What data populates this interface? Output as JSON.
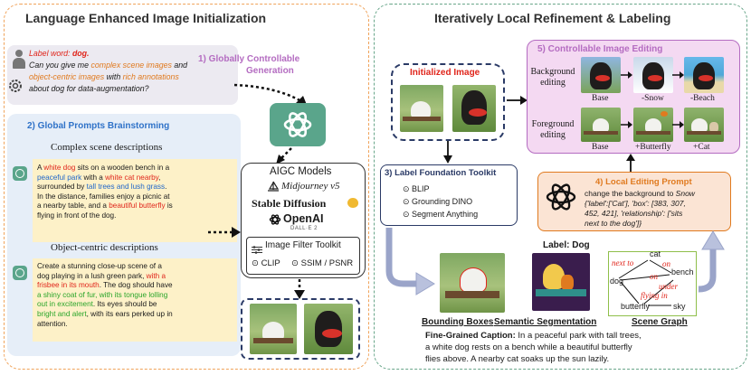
{
  "left": {
    "title": "Language Enhanced Image Initialization",
    "query": {
      "label_prefix": "Label word: ",
      "label_word": "dog.",
      "l1a": "Can you give me ",
      "l1b": "complex scene images",
      "l1c": " and",
      "l2a": "object-centric images",
      "l2b": " with ",
      "l2c": "rich annotations",
      "l3": "about dog for data-augmentation?"
    },
    "step1": "1) Globally Controllable",
    "step1b": "Generation",
    "step2": "2) Global Prompts Brainstorming",
    "complex_heading": "Complex scene descriptions",
    "object_heading": "Object-centric descriptions",
    "c": {
      "a1": "A ",
      "a2": "white dog",
      "a3": " sits on a wooden bench in a",
      "b1": "peaceful park",
      "b2": " with a ",
      "b3": "white cat nearby",
      "b4": ",",
      "c1": "surrounded by ",
      "c2": "tall trees and lush grass",
      "c3": ".",
      "d1": "In the distance, families enjoy a picnic at",
      "e1": "a nearby table, and a ",
      "e2": "beautiful butterfly",
      "e3": " is",
      "f1": "flying in front of the dog."
    },
    "o": {
      "a1": "Create a stunning close-up scene of a",
      "b1": "dog playing in a lush green park, ",
      "b2": "with a",
      "c1": "frisbee in its mouth",
      "c2": ". The dog should have",
      "d1": "a shiny coat of fur, with its tongue lolling",
      "e1": "out in excitement",
      "e2": ". Its eyes should be",
      "f1": "bright and alert",
      "f2": ", with its ears perked up in",
      "g1": "attention."
    },
    "aigc": {
      "title": "AIGC Models",
      "mj": "Midjourney v5",
      "sd": "Stable Diffusion",
      "openai": "OpenAI",
      "dalle": "DALL·E 2",
      "filter": "Image Filter Toolkit",
      "clip": "CLIP",
      "ssim": "SSIM / PSNR"
    }
  },
  "right": {
    "title": "Iteratively Local Refinement & Labeling",
    "init_image": "Initialized Image",
    "editing_title": "5) Controllable Image Editing",
    "bg_editing": [
      "Background",
      "editing"
    ],
    "fg_editing": [
      "Foreground",
      "editing"
    ],
    "bg_labels": [
      "Base",
      "-Snow",
      "-Beach"
    ],
    "fg_labels": [
      "Base",
      "+Butterfly",
      "+Cat"
    ],
    "toolkit_title": "3) Label Foundation Toolkit",
    "toolkit_items": [
      "BLIP",
      "Grounding DINO",
      "Segment Anything"
    ],
    "local_prompt": {
      "title": "4) Local Editing Prompt",
      "l1a": "change the background to ",
      "l1b": "Snow",
      "l2": "{'label':['Cat'], 'box': [383, 307,",
      "l3": "452, 421], 'relationship': ['sits",
      "l4": "next to the dog']}"
    },
    "label_dog": "Label: Dog",
    "graph": {
      "cat": "cat",
      "dog": "dog",
      "bench": "bench",
      "butterfly": "butterfly",
      "sky": "sky",
      "next_to": "next to",
      "on": "on",
      "under": "under",
      "flying_in": "flying in"
    },
    "ann_bbox": "Bounding Boxes",
    "ann_seg": "Semantic Segmentation",
    "ann_graph": "Scene Graph",
    "caption_label": "Fine-Grained Caption:",
    "caption_1": " In a peaceful park with tall trees,",
    "caption_2": "a white dog rests on a bench while a beautiful butterfly",
    "caption_3": "flies above. A nearby cat soaks up the sun lazily."
  },
  "colors": {
    "left_border": "#f0a35a",
    "right_border": "#69a68a",
    "editing_bg": "#f4d9f2",
    "prompt_bg": "#fbe4d4",
    "gpt": "#5aa58b"
  }
}
